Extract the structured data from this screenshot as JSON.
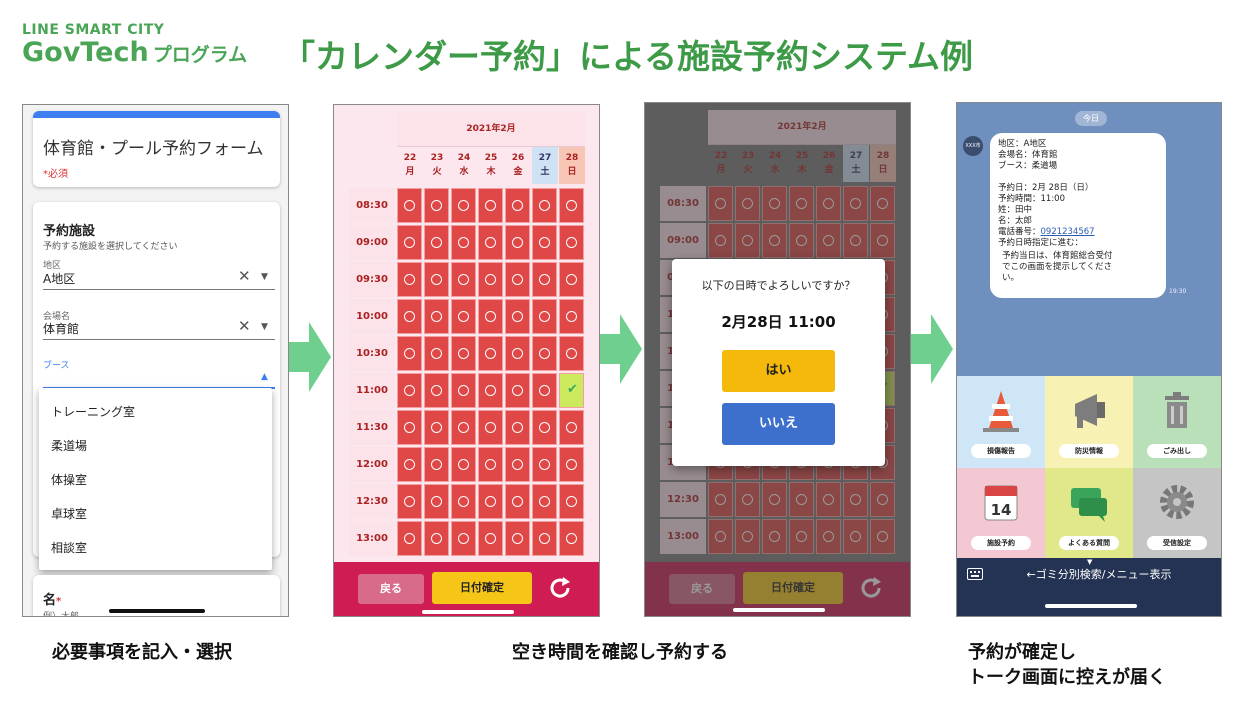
{
  "brand": {
    "small": "LINE SMART CITY",
    "big": "GovTech",
    "suffix": "プログラム"
  },
  "title": "「カレンダー予約」による施設予約システム例",
  "captions": {
    "step1": "必要事項を記入・選択",
    "step2": "空き時間を確認し予約する",
    "step3_line1": "予約が確定し",
    "step3_line2": "トーク画面に控えが届く"
  },
  "form": {
    "title": "体育館・プール予約フォーム",
    "required_note": "*必須",
    "section_title": "予約施設",
    "section_sub": "予約する施設を選択してください",
    "district_label": "地区",
    "district_value": "A地区",
    "venue_label": "会場名",
    "venue_value": "体育館",
    "booth_label": "ブース",
    "clear_glyph": "✕",
    "booth_options": [
      "トレーニング室",
      "柔道場",
      "体操室",
      "卓球室",
      "相談室"
    ],
    "name_label": "名",
    "name_required": "*",
    "name_placeholder": "例）太郎"
  },
  "calendar": {
    "month": "2021年2月",
    "days": [
      {
        "num": "22",
        "wd": "月"
      },
      {
        "num": "23",
        "wd": "火"
      },
      {
        "num": "24",
        "wd": "水"
      },
      {
        "num": "25",
        "wd": "木"
      },
      {
        "num": "26",
        "wd": "金"
      },
      {
        "num": "27",
        "wd": "土"
      },
      {
        "num": "28",
        "wd": "日"
      }
    ],
    "times": [
      "08:30",
      "09:00",
      "09:30",
      "10:00",
      "10:30",
      "11:00",
      "11:30",
      "12:00",
      "12:30",
      "13:00"
    ],
    "selected": {
      "time": "11:00",
      "day": "28"
    },
    "back_label": "戻る",
    "confirm_label": "日付確定",
    "check_glyph": "✔"
  },
  "dialog": {
    "question": "以下の日時でよろしいですか？",
    "datetime": "2月28日 11:00",
    "yes": "はい",
    "no": "いいえ"
  },
  "chat": {
    "today": "今日",
    "avatar": "XXX市",
    "lines": [
      "地区：A地区",
      "会場名：体育館",
      "ブース：柔道場",
      "",
      "予約日：2月 28日（日）",
      "予約時間：11:00",
      "姓：田中",
      "名：太郎"
    ],
    "phone_label": "電話番号：",
    "phone": "0921234567",
    "notice_head": "予約日時指定に進む：",
    "notice_1": "予約当日は、体育館総合受付",
    "notice_2": "でこの画面を提示してくださ",
    "notice_3": "い。",
    "time": "19:30",
    "tiles": [
      "損傷報告",
      "防災情報",
      "ごみ出し",
      "施設予約",
      "よくある質問",
      "受信設定"
    ],
    "calendar_icon_day": "14",
    "menu_text": "←ゴミ分別検索/メニュー表示",
    "menu_caret": "▼"
  },
  "colors": {
    "brand_green": "#3d9b48",
    "calendar_red": "#e04848",
    "confirm_yellow": "#f5c518",
    "line_navy": "#243353"
  }
}
